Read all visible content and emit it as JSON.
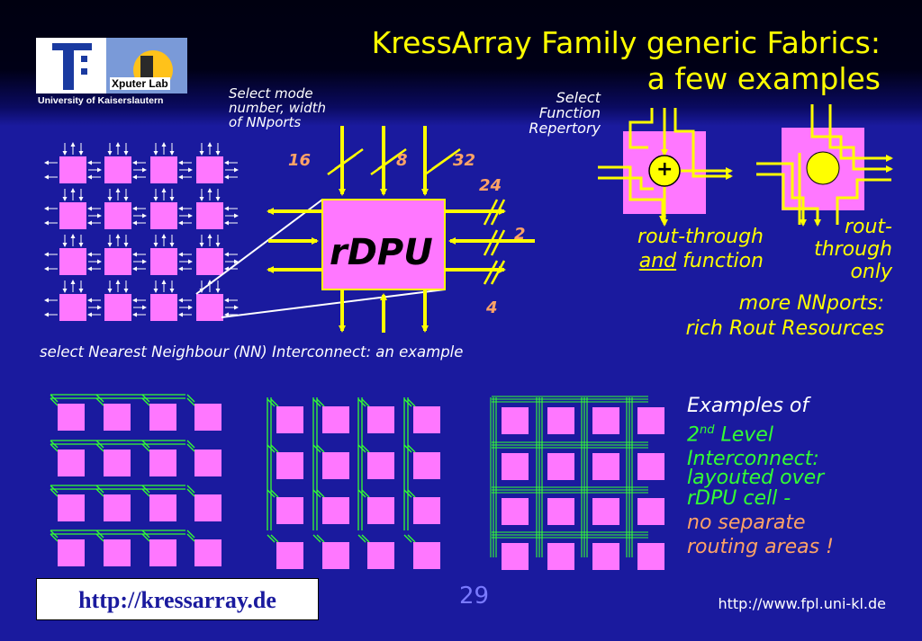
{
  "logo": {
    "lab": "Xputer Lab",
    "university": "University of Kaiserslautern"
  },
  "title": {
    "line1": "KressArray Family generic Fabrics:",
    "line2": "a few examples"
  },
  "select_mode": [
    "Select mode",
    "number, width",
    "of NNports"
  ],
  "select_function": [
    "Select",
    "Function",
    "Repertory"
  ],
  "rdpu": {
    "label": "rDPU",
    "port_widths": {
      "top_left": "16",
      "top_mid": "8",
      "top_right": "32",
      "right_top": "24",
      "right_mid": "2",
      "right_bottom": "4"
    }
  },
  "nn_caption": "select Nearest Neighbour (NN) Interconnect: an example",
  "rout_function": {
    "line1": "rout-through",
    "and": "and",
    "function": "function",
    "symbol": "+"
  },
  "rout_only": [
    "rout-",
    "through",
    "only"
  ],
  "more_nnports": [
    "more NNports:",
    "rich Rout Resources"
  ],
  "examples": {
    "heading": "Examples of",
    "level": "2",
    "level_sup": "nd",
    "level_rest": " Level",
    "lines_green": [
      "Interconnect:",
      "layouted over",
      "rDPU cell -"
    ],
    "lines_orange": [
      "no separate",
      "routing areas !"
    ]
  },
  "footer": {
    "left_url": "http://kressarray.de",
    "page": "29",
    "right_url": "http://www.fpl.uni-kl.de"
  },
  "colors": {
    "background": "#1a1a9e",
    "cell": "#ff77ff",
    "route": "#ffff00",
    "level2": "#33ff33",
    "title": "#ffff00"
  }
}
